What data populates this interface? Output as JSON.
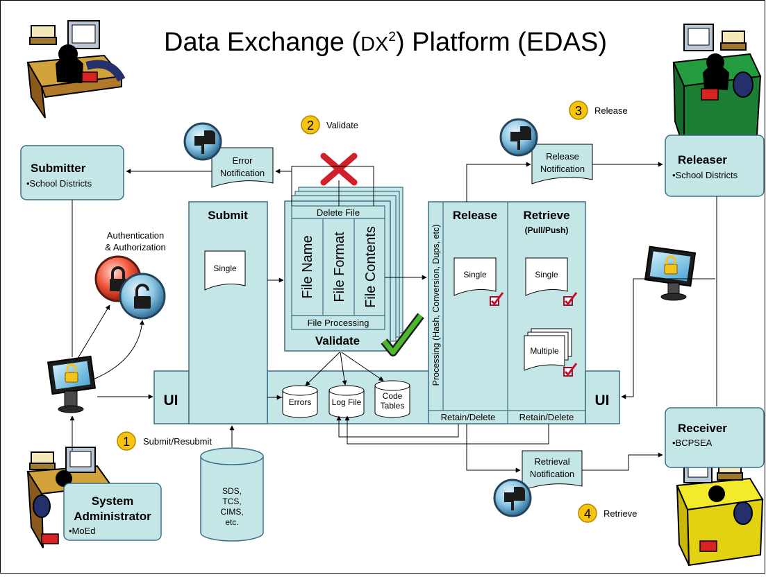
{
  "title": {
    "prefix": "Data Exchange (",
    "dx": "DX",
    "sup": "2",
    "suffix": ") Platform (EDAS)"
  },
  "steps": [
    {
      "num": "1",
      "label": "Submit/Resubmit"
    },
    {
      "num": "2",
      "label": "Validate"
    },
    {
      "num": "3",
      "label": "Release"
    },
    {
      "num": "4",
      "label": "Retrieve"
    }
  ],
  "roles": {
    "submitter": {
      "title": "Submitter",
      "sub": "•School Districts"
    },
    "releaser": {
      "title": "Releaser",
      "sub": "•School Districts"
    },
    "receiver": {
      "title": "Receiver",
      "sub": "•BCPSEA"
    },
    "sysadmin": {
      "title_line1": "System",
      "title_line2": "Administrator",
      "sub": "•MoEd"
    }
  },
  "auth_label": {
    "line1": "Authentication",
    "line2": "& Authorization"
  },
  "notifications": {
    "error": {
      "line1": "Error",
      "line2": "Notification"
    },
    "release": {
      "line1": "Release",
      "line2": "Notification"
    },
    "retrieval": {
      "line1": "Retrieval",
      "line2": "Notification"
    }
  },
  "platform": {
    "ui_left": "UI",
    "ui_right": "UI",
    "submit": "Submit",
    "submit_doc": "Single",
    "delete_file": "Delete File",
    "file_name": "File Name",
    "file_format": "File Format",
    "file_contents": "File Contents",
    "file_processing": "File Processing",
    "validate": "Validate",
    "processing": "Processing (Hash, Conversion, Dups, etc)",
    "release": "Release",
    "release_doc": "Single",
    "retrieve": "Retrieve",
    "retrieve_sub": "(Pull/Push)",
    "retrieve_doc_single": "Single",
    "retrieve_doc_multiple": "Multiple",
    "retain_delete_1": "Retain/Delete",
    "retain_delete_2": "Retain/Delete"
  },
  "stores": {
    "errors": "Errors",
    "log_file": "Log File",
    "code_tables_1": "Code",
    "code_tables_2": "Tables"
  },
  "source_db": [
    "SDS,",
    "TCS,",
    "CIMS,",
    "etc."
  ],
  "colors": {
    "box_fill": "#c5e6e6",
    "line": "#000000",
    "step_circle": "#f6c40e",
    "reject_x": "#d0202a",
    "check": "#4bb82f"
  }
}
